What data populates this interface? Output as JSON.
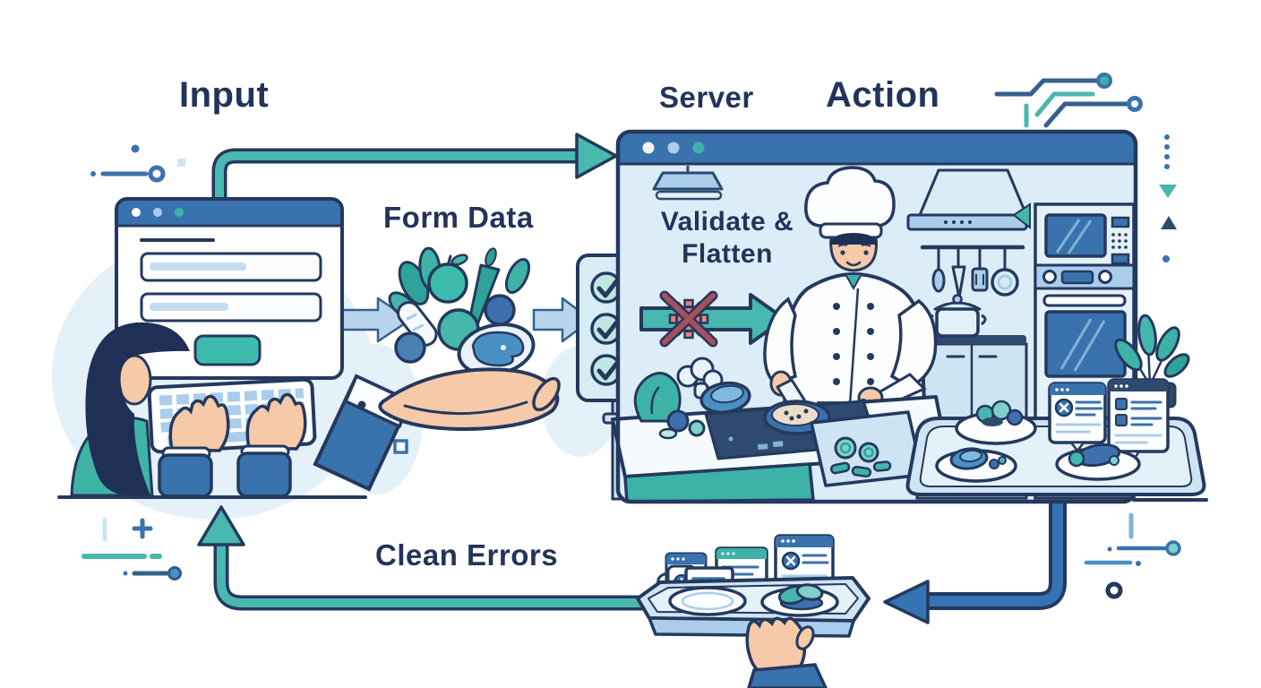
{
  "labels": {
    "input": "Input",
    "server": "Server",
    "action": "Action",
    "form_data": "Form Data",
    "validate_line1": "Validate &",
    "validate_line2": "Flatten",
    "clean_errors": "Clean Errors"
  },
  "flow": [
    "Input",
    "Form Data",
    "Validate & Flatten",
    "Server Action",
    "Clean Errors"
  ],
  "icons": {
    "window_dots": "browser traffic-light dots",
    "check": "✓",
    "error_x": "✕",
    "info_bang": "!",
    "crossed_gear": "gear with X overlay",
    "plus": "+"
  },
  "colors": {
    "navy_outline": "#24395e",
    "text_navy": "#223459",
    "blue": "#3a72ad",
    "blue_medium": "#4a90c4",
    "light_blue": "#cfe4f2",
    "pale_blue": "#ddeef7",
    "arrow_sky": "#b7d4ea",
    "teal": "#49b8ae",
    "teal_dark": "#2fa39a",
    "gear_red": "#e2857f",
    "skin": "#f6c9a8"
  }
}
